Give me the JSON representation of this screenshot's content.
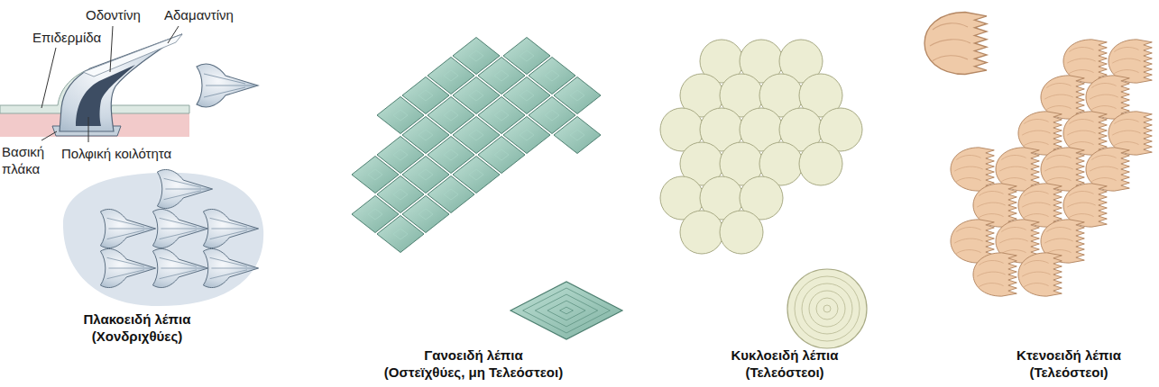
{
  "diagram": {
    "labels": [
      "Οδοντίνη",
      "Αδαμαντίνη",
      "Επιδερμίδα",
      "Βασική πλάκα",
      "Πολφική κοιλότητα",
      "Πλακοειδή λέπια (Χονδριχθύες)",
      "Γανοειδή λέπια (Οστεϊχθύες, μη Τελεόστεοι)",
      "Κυκλοειδή λέπια (Τελεόστεοι)",
      "Κτενοειδή λέπια (Τελεόστεοι)"
    ]
  }
}
